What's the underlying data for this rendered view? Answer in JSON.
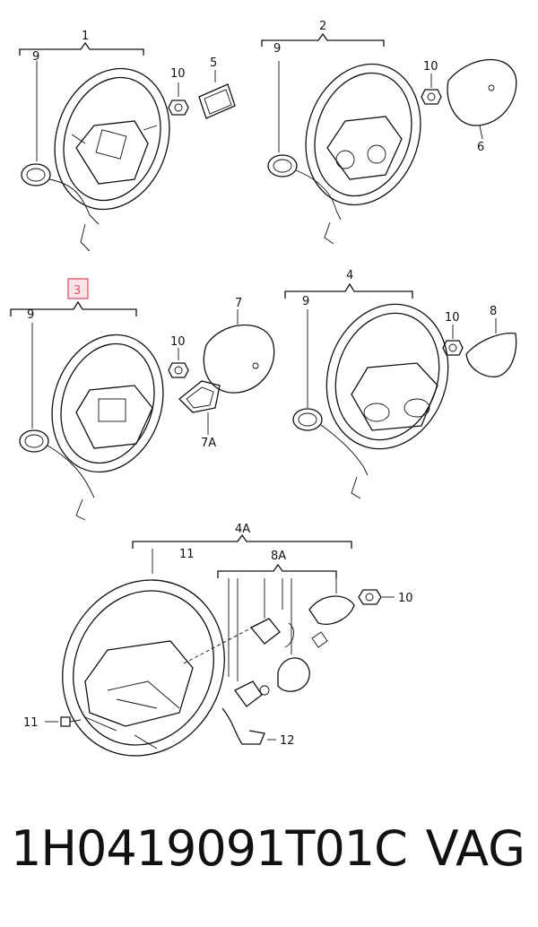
{
  "callouts": {
    "c1": "1",
    "c2": "2",
    "c3": "3",
    "c4": "4",
    "c4a": "4A",
    "c5": "5",
    "c6": "6",
    "c7": "7",
    "c7a": "7A",
    "c8": "8",
    "c8a": "8A",
    "c9a": "9",
    "c9b": "9",
    "c9c": "9",
    "c9d": "9",
    "c10a": "10",
    "c10b": "10",
    "c10c": "10",
    "c10d": "10",
    "c10e": "10",
    "c11a": "11",
    "c11b": "11",
    "c12": "12"
  },
  "footer": {
    "part_number": "1H0419091T01C",
    "brand": "VAG"
  },
  "colors": {
    "highlight_border": "#d9536a",
    "highlight_fill": "#fbe3e6",
    "ink": "#111111"
  }
}
